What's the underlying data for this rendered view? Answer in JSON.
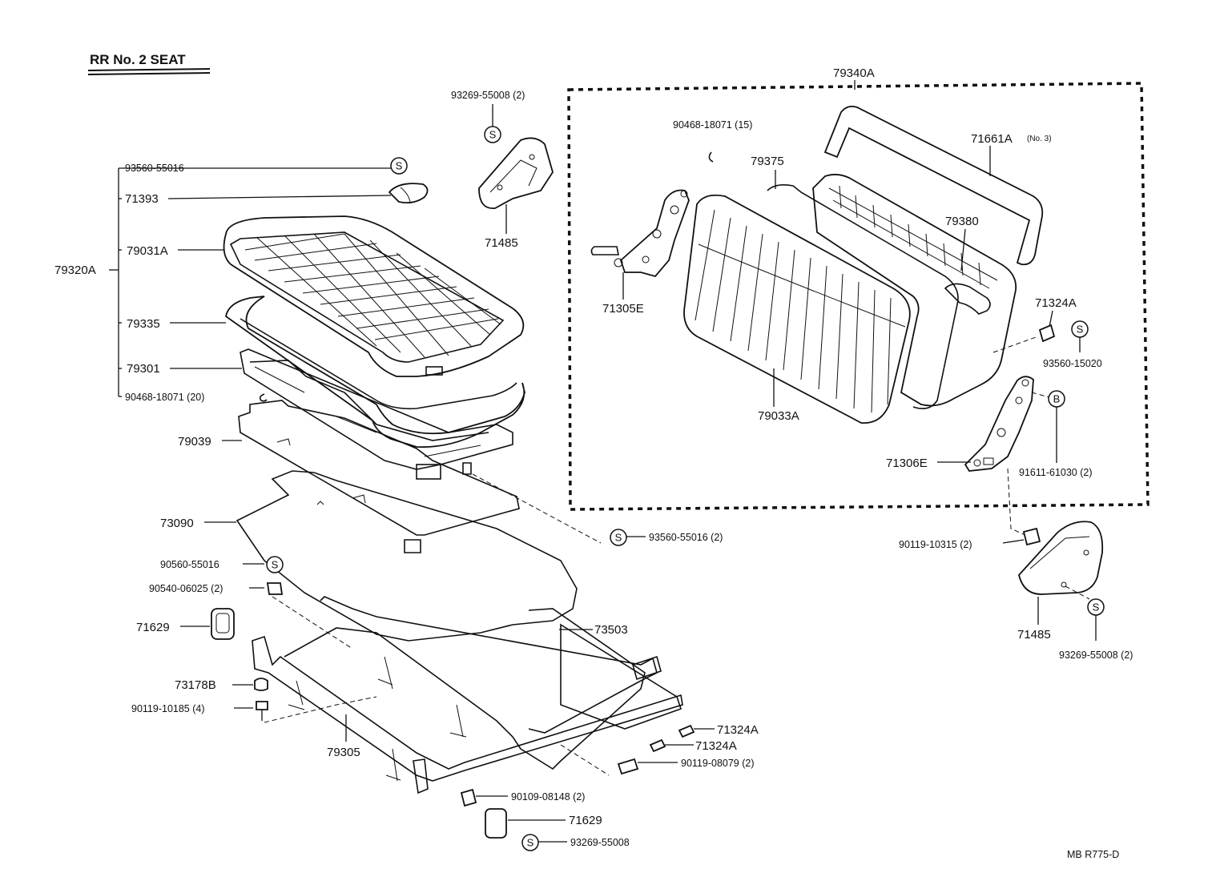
{
  "title": "RR  No. 2  SEAT",
  "ref_code": "MB  R775-D",
  "assembly_labels": {
    "seat_cushion_assy": "79320A",
    "seatback_assy": "79340A"
  },
  "labels": {
    "l_93560_55016": "93560-55016",
    "l_71393": "71393",
    "l_79031A": "79031A",
    "l_79335": "79335",
    "l_79301": "79301",
    "l_90468_18071_20": "90468-18071 (20)",
    "l_79039": "79039",
    "l_73090": "73090",
    "l_90560_55016": "90560-55016",
    "l_90540_06025": "90540-06025 (2)",
    "l_71629_a": "71629",
    "l_73178B": "73178B",
    "l_90119_10185": "90119-10185 (4)",
    "l_79305": "79305",
    "l_73503": "73503",
    "l_93269_55008_2_top": "93269-55008 (2)",
    "l_71485_top": "71485",
    "l_93560_55016_2": "93560-55016 (2)",
    "l_71324A_b1": "71324A",
    "l_71324A_b2": "71324A",
    "l_90119_08079": "90119-08079 (2)",
    "l_90109_08148": "90109-08148 (2)",
    "l_71629_b": "71629",
    "l_93269_55008": "93269-55008",
    "l_90468_18071_15": "90468-18071 (15)",
    "l_79375": "79375",
    "l_71661A": "71661A",
    "l_71661A_note": "(No. 3)",
    "l_79380": "79380",
    "l_71305E": "71305E",
    "l_79033A": "79033A",
    "l_71324A_r": "71324A",
    "l_93560_15020": "93560-15020",
    "l_71306E": "71306E",
    "l_91611_61030": "91611-61030 (2)",
    "l_90119_10315": "90119-10315 (2)",
    "l_71485_r": "71485",
    "l_93269_55008_2_r": "93269-55008 (2)"
  },
  "symbols": {
    "s_letter": "S",
    "b_letter": "B"
  }
}
